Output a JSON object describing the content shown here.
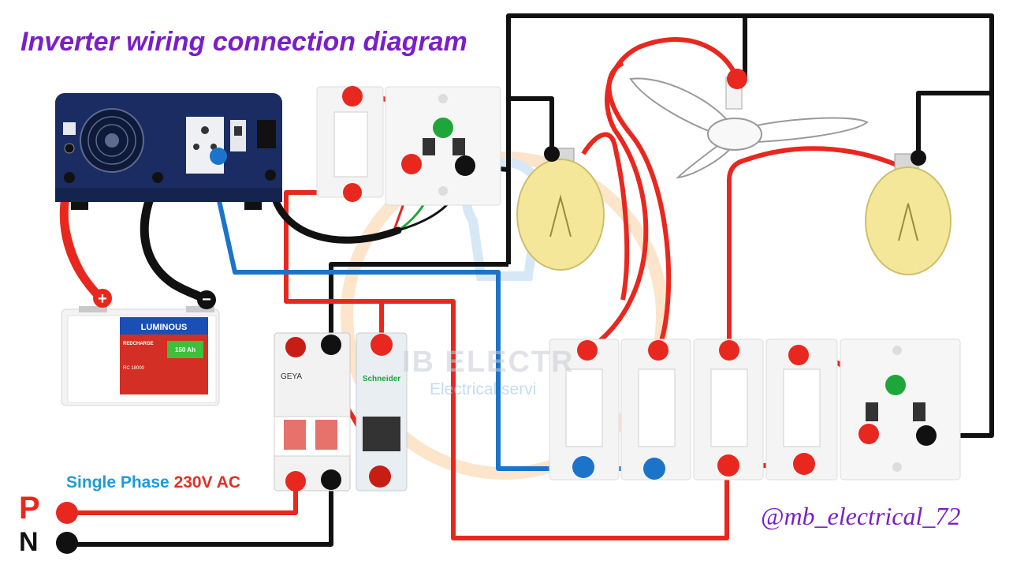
{
  "title": "Inverter wiring connection diagram",
  "supply": {
    "prefix": "Single Phase",
    "voltage": "230V AC"
  },
  "terminals": {
    "phase": "P",
    "neutral": "N"
  },
  "credit": "@mb_electrical_72",
  "watermark": {
    "name": "IB ELECTR",
    "tagline": "Electrical servi"
  },
  "battery": {
    "brand": "LUMINOUS",
    "series": "REDCHARGE",
    "model": "RC 18000",
    "capacity": "150 Ah",
    "plus": "+",
    "minus": "−"
  },
  "mcb": {
    "brand": "GEYA"
  },
  "spd": {
    "brand": "Schneider"
  },
  "colors": {
    "phase": "#e8281f",
    "neutral": "#111111",
    "earth": "#1fa63a",
    "output": "#1b74c9",
    "title": "#7a1fc7"
  }
}
